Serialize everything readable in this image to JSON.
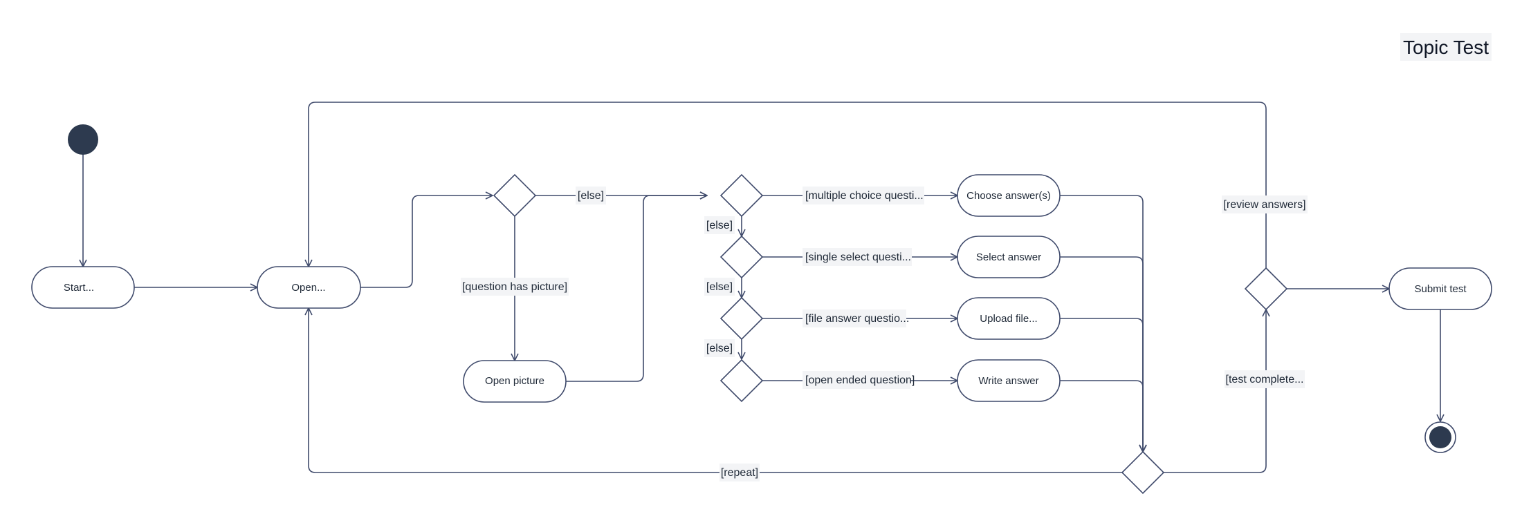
{
  "title": "Topic Test",
  "nodes": {
    "start_action": "Start...",
    "open_action": "Open...",
    "open_picture": "Open picture",
    "choose_answers": "Choose  answer(s)",
    "select_answer": "Select  answer",
    "upload_file": "Upload file...",
    "write_answer": "Write answer",
    "submit_test": "Submit test"
  },
  "edges": {
    "else_1": "[else]",
    "question_has_picture": "[question has picture]",
    "multiple_choice": "[multiple choice questi...",
    "single_select": "[single select questi...",
    "file_answer": "[file answer questio...",
    "open_ended": "[open ended question]",
    "else_2": "[else]",
    "else_3": "[else]",
    "else_4": "[else]",
    "review_answers": "[review answers]",
    "test_complete": "[test complete...",
    "repeat": "[repeat]"
  },
  "colors": {
    "stroke": "#3f4a6b",
    "node_fill": "#ffffff",
    "initial_fill": "#2d3a4f",
    "label_bg": "#f3f4f6"
  }
}
